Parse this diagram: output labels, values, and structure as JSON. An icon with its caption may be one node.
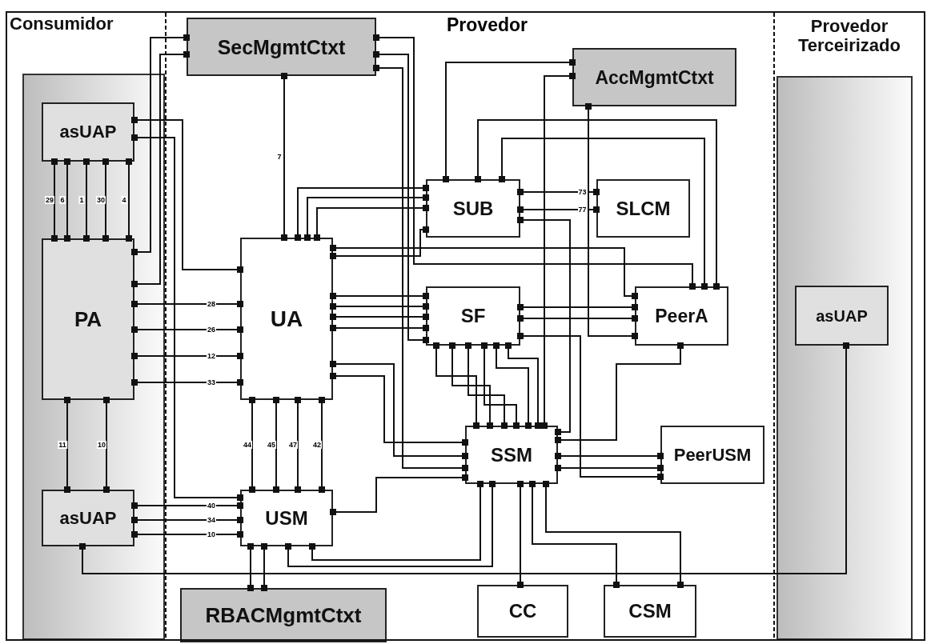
{
  "diagram": {
    "nodes": [
      {
        "text": [
          "Consumidor"
        ]
      },
      {
        "text": [
          "asUAP"
        ],
        "in": 0
      },
      {
        "text": [
          "PA"
        ],
        "in": 0
      },
      {
        "text": [
          "asUAP"
        ],
        "in": 0
      },
      {
        "text": [
          "SecMgmtCtxt"
        ]
      },
      {
        "text": [
          "AccMgmtCtxt"
        ]
      },
      {
        "text": [
          "SUB"
        ]
      },
      {
        "text": [
          "SLCM"
        ]
      },
      {
        "text": [
          "UA"
        ]
      },
      {
        "text": [
          "SF"
        ]
      },
      {
        "text": [
          "PeerA"
        ]
      },
      {
        "text": [
          "SSM"
        ]
      },
      {
        "text": [
          "PeerUSM"
        ]
      },
      {
        "text": [
          "USM"
        ]
      },
      {
        "text": [
          "RBACMgmtCtxt"
        ]
      },
      {
        "text": [
          "CC"
        ]
      },
      {
        "text": [
          "CSM"
        ]
      },
      {
        "text": [
          "Provedor Terceirizado"
        ]
      },
      {
        "text": [
          "asUAP"
        ],
        "in": 17
      }
    ],
    "edges": [
      {
        "from": 1,
        "to": 2,
        "arrow": "other",
        "label": "29"
      },
      {
        "from": 1,
        "to": 2,
        "arrow": "other",
        "label": "6"
      },
      {
        "from": 1,
        "to": 2,
        "arrow": "other",
        "label": "1"
      },
      {
        "from": 1,
        "to": 2,
        "arrow": "other",
        "label": "30"
      },
      {
        "from": 1,
        "to": 2,
        "arrow": "other",
        "label": "4"
      },
      {
        "from": 2,
        "to": 3,
        "arrow": "other",
        "label": "11"
      },
      {
        "from": 2,
        "to": 3,
        "arrow": "other",
        "label": "10"
      },
      {
        "from": 2,
        "to": 4,
        "arrow": "other"
      },
      {
        "from": 2,
        "to": 4,
        "arrow": "other"
      },
      {
        "from": 1,
        "to": 8,
        "arrow": "other"
      },
      {
        "from": 1,
        "to": 13,
        "arrow": "other"
      },
      {
        "from": 2,
        "to": 8,
        "arrow": "other",
        "label": "28"
      },
      {
        "from": 2,
        "to": 8,
        "arrow": "other",
        "label": "26"
      },
      {
        "from": 2,
        "to": 8,
        "arrow": "other",
        "label": "12"
      },
      {
        "from": 2,
        "to": 8,
        "arrow": "other",
        "label": "33"
      },
      {
        "from": 4,
        "to": 8,
        "arrow": "other",
        "label": "7"
      },
      {
        "from": 8,
        "to": 6,
        "arrow": "other"
      },
      {
        "from": 8,
        "to": 6,
        "arrow": "other"
      },
      {
        "from": 8,
        "to": 6,
        "arrow": "other"
      },
      {
        "from": 8,
        "to": 9,
        "arrow": "other"
      },
      {
        "from": 8,
        "to": 9,
        "arrow": "other"
      },
      {
        "from": 8,
        "to": 9,
        "arrow": "other"
      },
      {
        "from": 8,
        "to": 9,
        "arrow": "other"
      },
      {
        "from": 8,
        "to": 11,
        "arrow": "other"
      },
      {
        "from": 8,
        "to": 11,
        "arrow": "other"
      },
      {
        "from": 8,
        "to": 13,
        "arrow": "other",
        "label": "44"
      },
      {
        "from": 8,
        "to": 13,
        "arrow": "other",
        "label": "45"
      },
      {
        "from": 8,
        "to": 13,
        "arrow": "other",
        "label": "47"
      },
      {
        "from": 8,
        "to": 13,
        "arrow": "other",
        "label": "42"
      },
      {
        "from": 3,
        "to": 13,
        "arrow": "other",
        "label": "40"
      },
      {
        "from": 3,
        "to": 13,
        "arrow": "other",
        "label": "34"
      },
      {
        "from": 3,
        "to": 13,
        "arrow": "other",
        "label": "10"
      },
      {
        "from": 13,
        "to": 14,
        "arrow": "other"
      },
      {
        "from": 13,
        "to": 14,
        "arrow": "other"
      },
      {
        "from": 3,
        "to": 18,
        "arrow": "other"
      },
      {
        "from": 13,
        "to": 11,
        "arrow": "other"
      },
      {
        "from": 13,
        "to": 11,
        "arrow": "other"
      },
      {
        "from": 13,
        "to": 11,
        "arrow": "other"
      },
      {
        "from": 11,
        "to": 15,
        "arrow": "other"
      },
      {
        "from": 11,
        "to": 16,
        "arrow": "other"
      },
      {
        "from": 11,
        "to": 16,
        "arrow": "other"
      },
      {
        "from": 6,
        "to": 7,
        "arrow": "other",
        "label": "73"
      },
      {
        "from": 6,
        "to": 7,
        "arrow": "other",
        "label": "77"
      },
      {
        "from": 5,
        "to": 6,
        "arrow": "other"
      },
      {
        "from": 5,
        "to": 11,
        "arrow": "other"
      },
      {
        "from": 5,
        "to": 10,
        "arrow": "other"
      },
      {
        "from": 6,
        "to": 10,
        "arrow": "other"
      },
      {
        "from": 6,
        "to": 10,
        "arrow": "other"
      },
      {
        "from": 4,
        "to": 10,
        "arrow": "other"
      },
      {
        "from": 4,
        "to": 9,
        "arrow": "other"
      },
      {
        "from": 4,
        "to": 11,
        "arrow": "other"
      },
      {
        "from": 9,
        "to": 10,
        "arrow": "other"
      },
      {
        "from": 9,
        "to": 10,
        "arrow": "other"
      },
      {
        "from": 9,
        "to": 11,
        "arrow": "other"
      },
      {
        "from": 9,
        "to": 11,
        "arrow": "other"
      },
      {
        "from": 9,
        "to": 11,
        "arrow": "other"
      },
      {
        "from": 9,
        "to": 11,
        "arrow": "other"
      },
      {
        "from": 9,
        "to": 11,
        "arrow": "other"
      },
      {
        "from": 9,
        "to": 11,
        "arrow": "other"
      },
      {
        "from": 10,
        "to": 11,
        "arrow": "other"
      },
      {
        "from": 11,
        "to": 12,
        "arrow": "other"
      },
      {
        "from": 11,
        "to": 12,
        "arrow": "other"
      },
      {
        "from": 6,
        "to": 11,
        "arrow": "other"
      },
      {
        "from": 8,
        "to": 10,
        "arrow": "other"
      },
      {
        "from": 8,
        "to": 6,
        "arrow": "other"
      },
      {
        "from": 9,
        "to": 12,
        "arrow": "other"
      }
    ],
    "labels": [
      "Provedor"
    ]
  }
}
